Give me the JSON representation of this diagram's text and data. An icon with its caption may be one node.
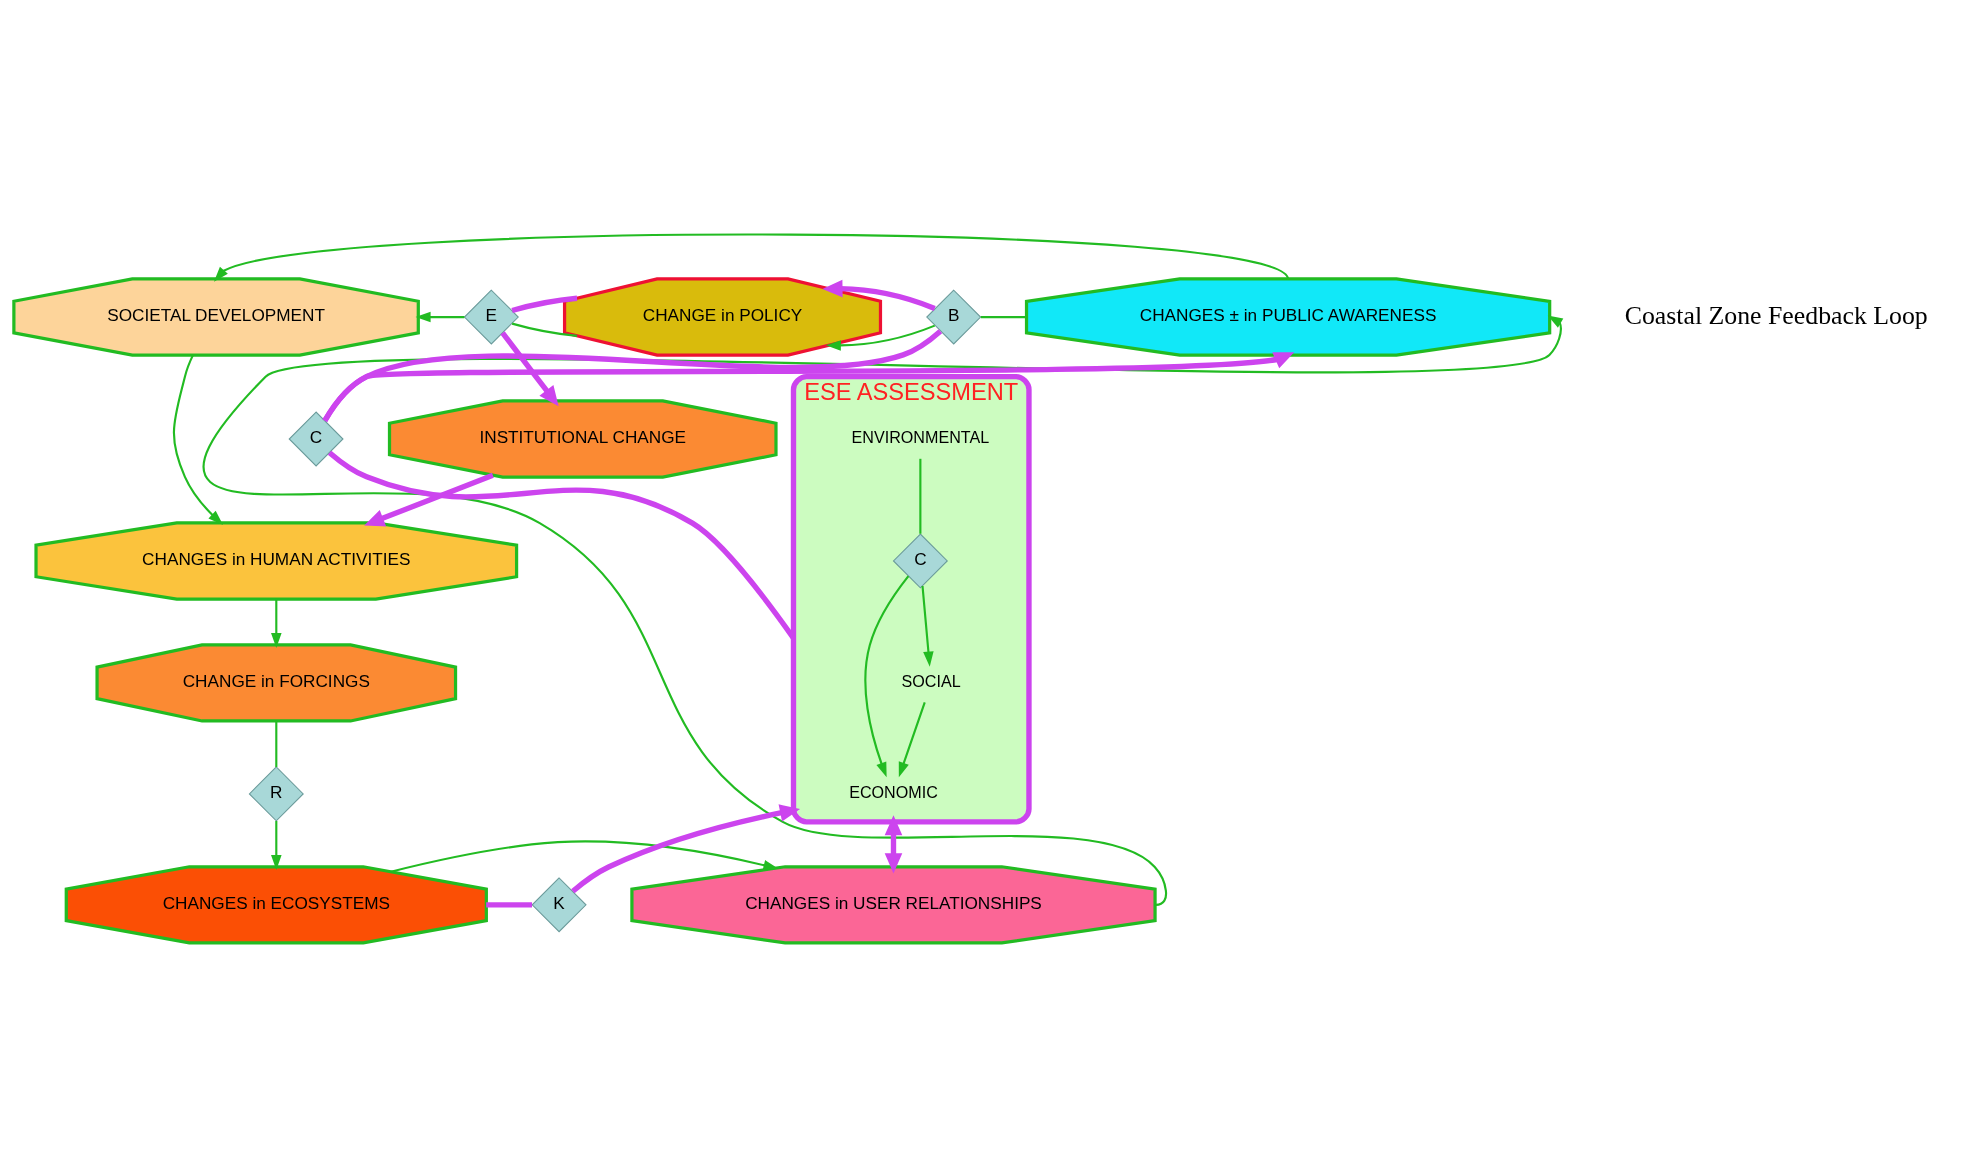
{
  "diagram": {
    "nodes": [
      {
        "text": [
          "SOCIETAL DEVELOPMENT"
        ]
      },
      {
        "text": [
          "CHANGE in POLICY"
        ]
      },
      {
        "text": [
          "CHANGES ± in PUBLIC AWARENESS"
        ]
      },
      {
        "text": [
          "INSTITUTIONAL CHANGE"
        ]
      },
      {
        "text": [
          "CHANGES in HUMAN ACTIVITIES"
        ]
      },
      {
        "text": [
          "CHANGE in FORCINGS"
        ]
      },
      {
        "text": [
          "CHANGES in ECOSYSTEMS"
        ]
      },
      {
        "text": [
          "CHANGES in USER RELATIONSHIPS"
        ]
      },
      {
        "text": [
          "ESE ASSESSMENT"
        ]
      },
      {
        "text": [
          "ECONOMIC"
        ],
        "in": 8
      },
      {
        "text": [
          "SOCIAL"
        ],
        "in": 8
      },
      {
        "text": [
          "C"
        ],
        "in": 8
      },
      {
        "text": [
          "ENVIRONMENTAL"
        ],
        "in": 8
      },
      {
        "text": [
          "E"
        ]
      },
      {
        "text": [
          "B"
        ]
      },
      {
        "text": [
          "C"
        ]
      },
      {
        "text": [
          "R"
        ]
      },
      {
        "text": [
          "K"
        ]
      }
    ],
    "edges": [
      {
        "from": 2,
        "to": 0,
        "arrow": "to"
      },
      {
        "from": 2,
        "to": 14,
        "arrow": "none"
      },
      {
        "from": 14,
        "to": 1,
        "arrow": "to"
      },
      {
        "from": 8,
        "to": 15,
        "arrow": "none",
        "style": "thick",
        "color": "#cc44ee"
      },
      {
        "from": 15,
        "to": 14,
        "arrow": "none",
        "style": "thick",
        "color": "#cc44ee"
      },
      {
        "from": 14,
        "to": 1,
        "arrow": "to",
        "style": "thick",
        "color": "#cc44ee"
      },
      {
        "from": 15,
        "to": 2,
        "arrow": "to",
        "style": "thick",
        "color": "#cc44ee"
      },
      {
        "from": 1,
        "to": 13,
        "arrow": "none"
      },
      {
        "from": 13,
        "to": 0,
        "arrow": "to"
      },
      {
        "from": 1,
        "to": 13,
        "arrow": "none",
        "style": "thick",
        "color": "#cc44ee"
      },
      {
        "from": 13,
        "to": 3,
        "arrow": "to",
        "style": "thick",
        "color": "#cc44ee"
      },
      {
        "from": 0,
        "to": 4,
        "arrow": "to"
      },
      {
        "from": 3,
        "to": 4,
        "arrow": "to",
        "style": "thick",
        "color": "#cc44ee"
      },
      {
        "from": 4,
        "to": 5,
        "arrow": "to"
      },
      {
        "from": 5,
        "to": 16,
        "arrow": "none"
      },
      {
        "from": 16,
        "to": 6,
        "arrow": "to"
      },
      {
        "from": 6,
        "to": 7,
        "arrow": "to"
      },
      {
        "from": 6,
        "to": 17,
        "arrow": "none",
        "style": "thick",
        "color": "#cc44ee"
      },
      {
        "from": 17,
        "to": 8,
        "arrow": "to",
        "style": "thick",
        "color": "#cc44ee"
      },
      {
        "from": 8,
        "to": 7,
        "arrow": "both",
        "style": "thick",
        "color": "#cc44ee"
      },
      {
        "from": 7,
        "to": 2,
        "arrow": "to"
      },
      {
        "from": 10,
        "to": 9,
        "arrow": "to"
      },
      {
        "from": 12,
        "to": 11,
        "arrow": "none"
      },
      {
        "from": 11,
        "to": 9,
        "arrow": "to"
      },
      {
        "from": 11,
        "to": 10,
        "arrow": "to"
      }
    ],
    "labels": [
      "Coastal Zone Feedback Loop"
    ]
  }
}
